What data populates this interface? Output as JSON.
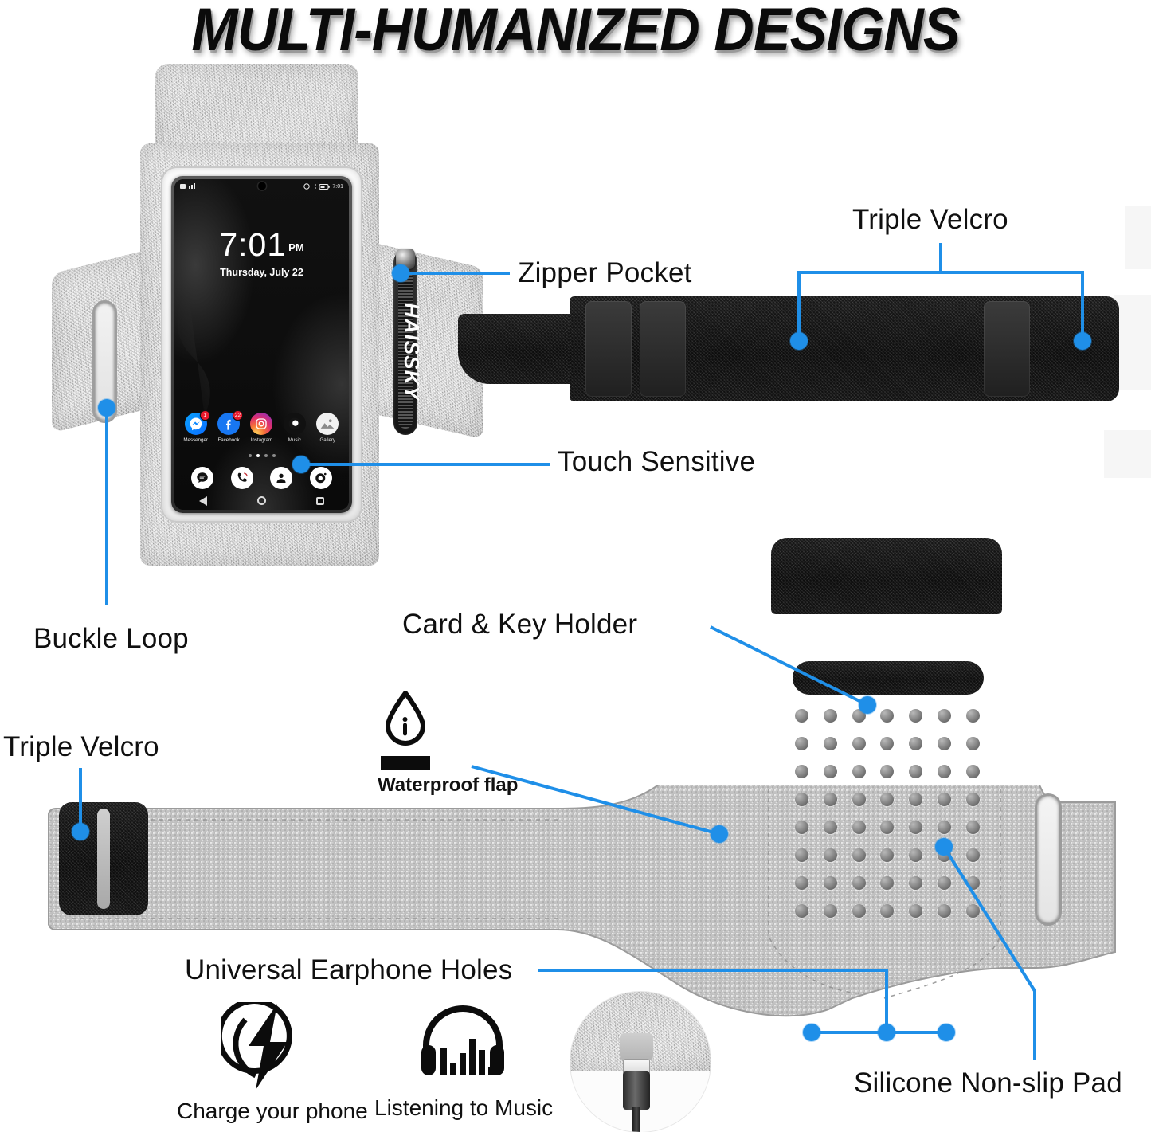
{
  "title": "MULTI-HUMANIZED DESIGNS",
  "accent_color": "#1f8fe8",
  "brand": "HAISSKY",
  "callouts": [
    {
      "id": "zipper-pocket",
      "label": "Zipper Pocket"
    },
    {
      "id": "triple-velcro-top",
      "label": "Triple Velcro"
    },
    {
      "id": "touch-sensitive",
      "label": "Touch Sensitive"
    },
    {
      "id": "buckle-loop",
      "label": "Buckle Loop"
    },
    {
      "id": "card-key-holder",
      "label": "Card & Key Holder"
    },
    {
      "id": "triple-velcro-bottom",
      "label": "Triple Velcro"
    },
    {
      "id": "universal-earphone-holes",
      "label": "Universal Earphone Holes"
    },
    {
      "id": "silicone-non-slip-pad",
      "label": "Silicone Non-slip Pad"
    }
  ],
  "waterproof": {
    "label": "Waterproof flap",
    "icon": "water-drop-icon"
  },
  "features": [
    {
      "id": "charge",
      "label": "Charge your phone",
      "icon": "lightning-bolt-icon"
    },
    {
      "id": "music",
      "label": "Listening to Music",
      "icon": "headphone-equalizer-icon"
    }
  ],
  "phone": {
    "time": "7:01",
    "meridiem": "PM",
    "date": "Thursday, July 22",
    "status_right": "7:01",
    "apps": [
      {
        "name": "Messenger",
        "badge": "1",
        "icon": "messenger-icon"
      },
      {
        "name": "Facebook",
        "badge": "22",
        "icon": "facebook-icon"
      },
      {
        "name": "Instagram",
        "badge": "",
        "icon": "instagram-icon"
      },
      {
        "name": "Music",
        "badge": "",
        "icon": "music-icon"
      },
      {
        "name": "Gallery",
        "badge": "",
        "icon": "gallery-icon"
      }
    ],
    "dock": [
      {
        "icon": "messages-icon"
      },
      {
        "icon": "phone-icon"
      },
      {
        "icon": "contacts-icon"
      },
      {
        "icon": "camera-icon"
      }
    ],
    "nav": [
      {
        "icon": "back-nav-icon"
      },
      {
        "icon": "home-nav-icon"
      },
      {
        "icon": "recents-nav-icon"
      }
    ],
    "page_dots": 4,
    "active_page_dot": 1
  }
}
